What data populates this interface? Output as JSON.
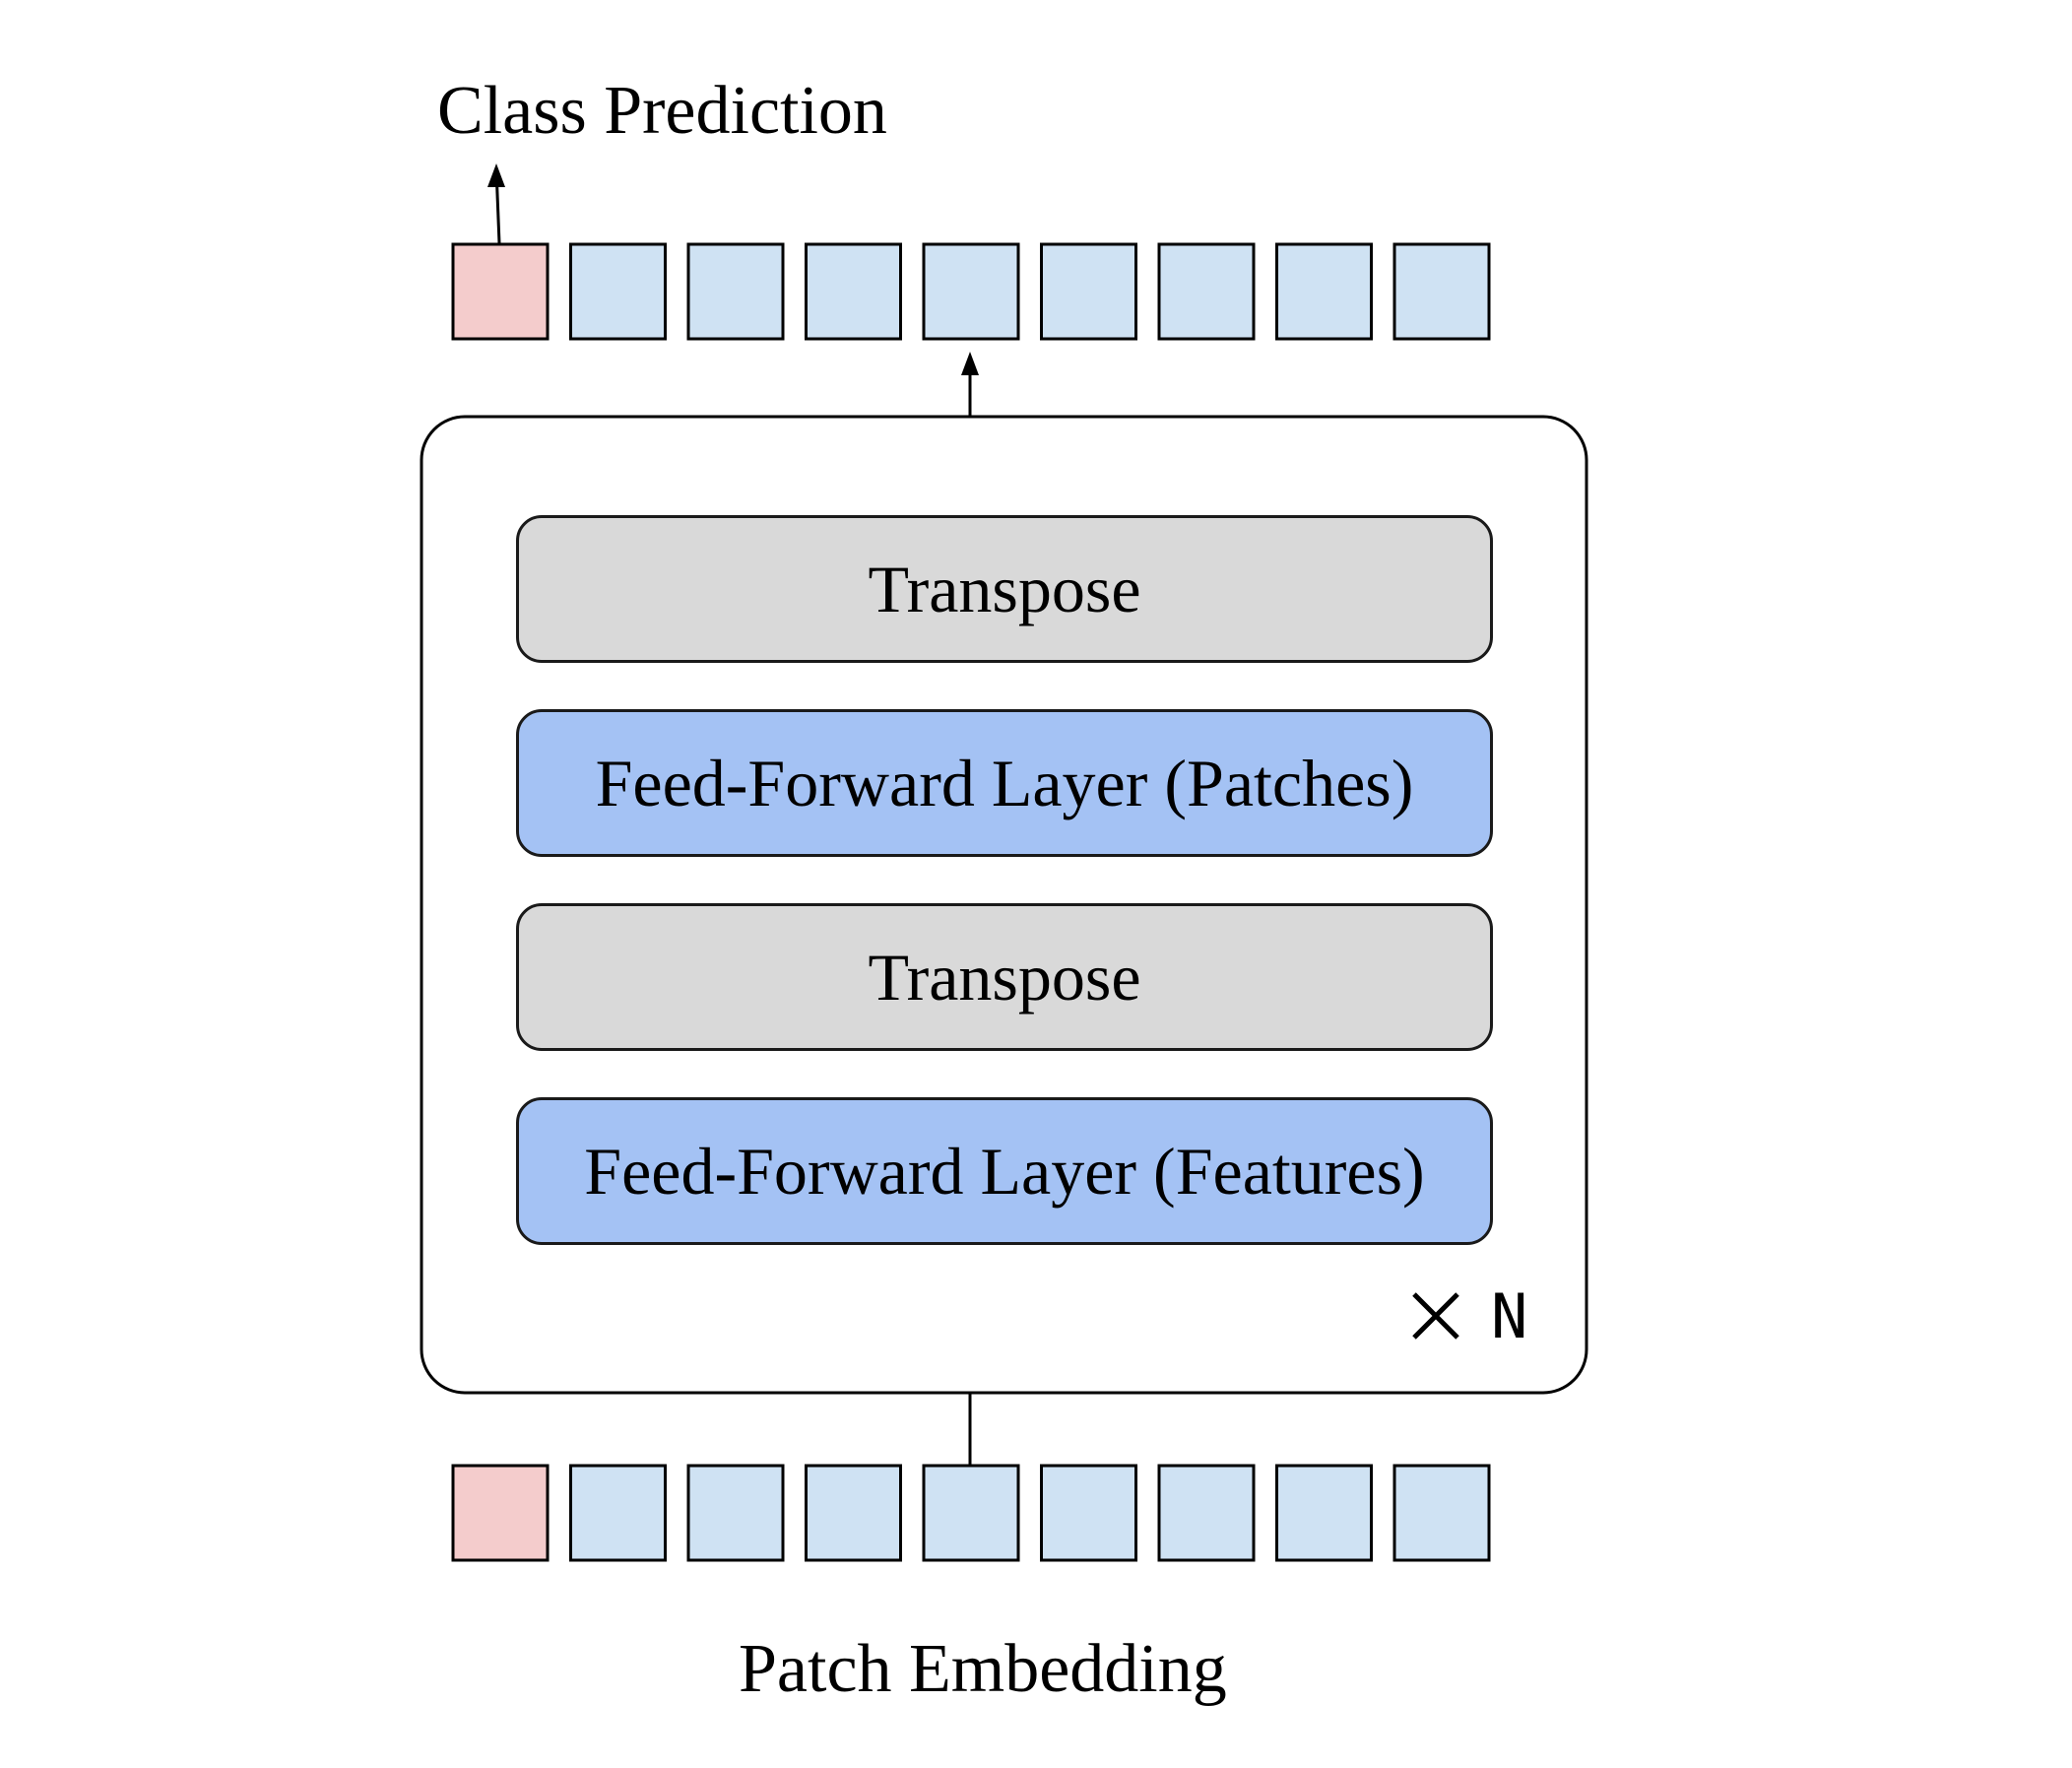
{
  "labels": {
    "output": "Class Prediction",
    "input": "Patch Embedding",
    "repeat": "× N"
  },
  "layers": [
    {
      "text": "Transpose",
      "kind": "transpose"
    },
    {
      "text": "Feed-Forward Layer (Patches)",
      "kind": "ffn"
    },
    {
      "text": "Transpose",
      "kind": "transpose"
    },
    {
      "text": "Feed-Forward Layer (Features)",
      "kind": "ffn"
    }
  ],
  "token_rows": {
    "token_count": 9,
    "class_token_index": 0
  },
  "colors": {
    "class_token": "#f4cccc",
    "patch_token": "#cfe2f3",
    "transpose_layer": "#d9d9d9",
    "ffn_layer": "#a4c2f4",
    "stroke": "#000000"
  }
}
